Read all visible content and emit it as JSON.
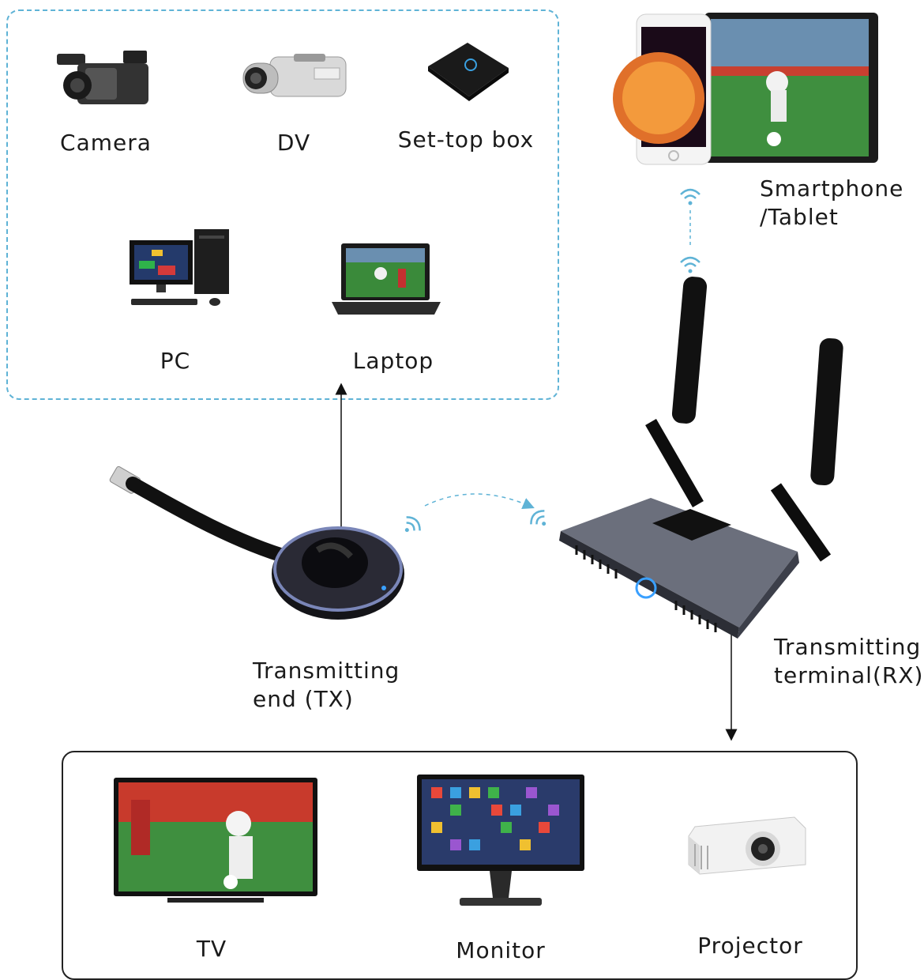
{
  "sources": {
    "camera": "Camera",
    "dv": "DV",
    "settop": "Set-top box",
    "pc": "PC",
    "laptop": "Laptop"
  },
  "smartphone": {
    "line1": "Smartphone",
    "line2": "/Tablet"
  },
  "tx": {
    "line1": "Transmitting",
    "line2": "end (TX)"
  },
  "rx": {
    "line1": "Transmitting",
    "line2": "terminal(RX)"
  },
  "outputs": {
    "tv": "TV",
    "monitor": "Monitor",
    "projector": "Projector"
  },
  "colors": {
    "dashed_border": "#5fb3d6",
    "wifi": "#5fb3d6",
    "device_dark": "#1c1c1f",
    "rx_body": "#6b6f7c"
  }
}
